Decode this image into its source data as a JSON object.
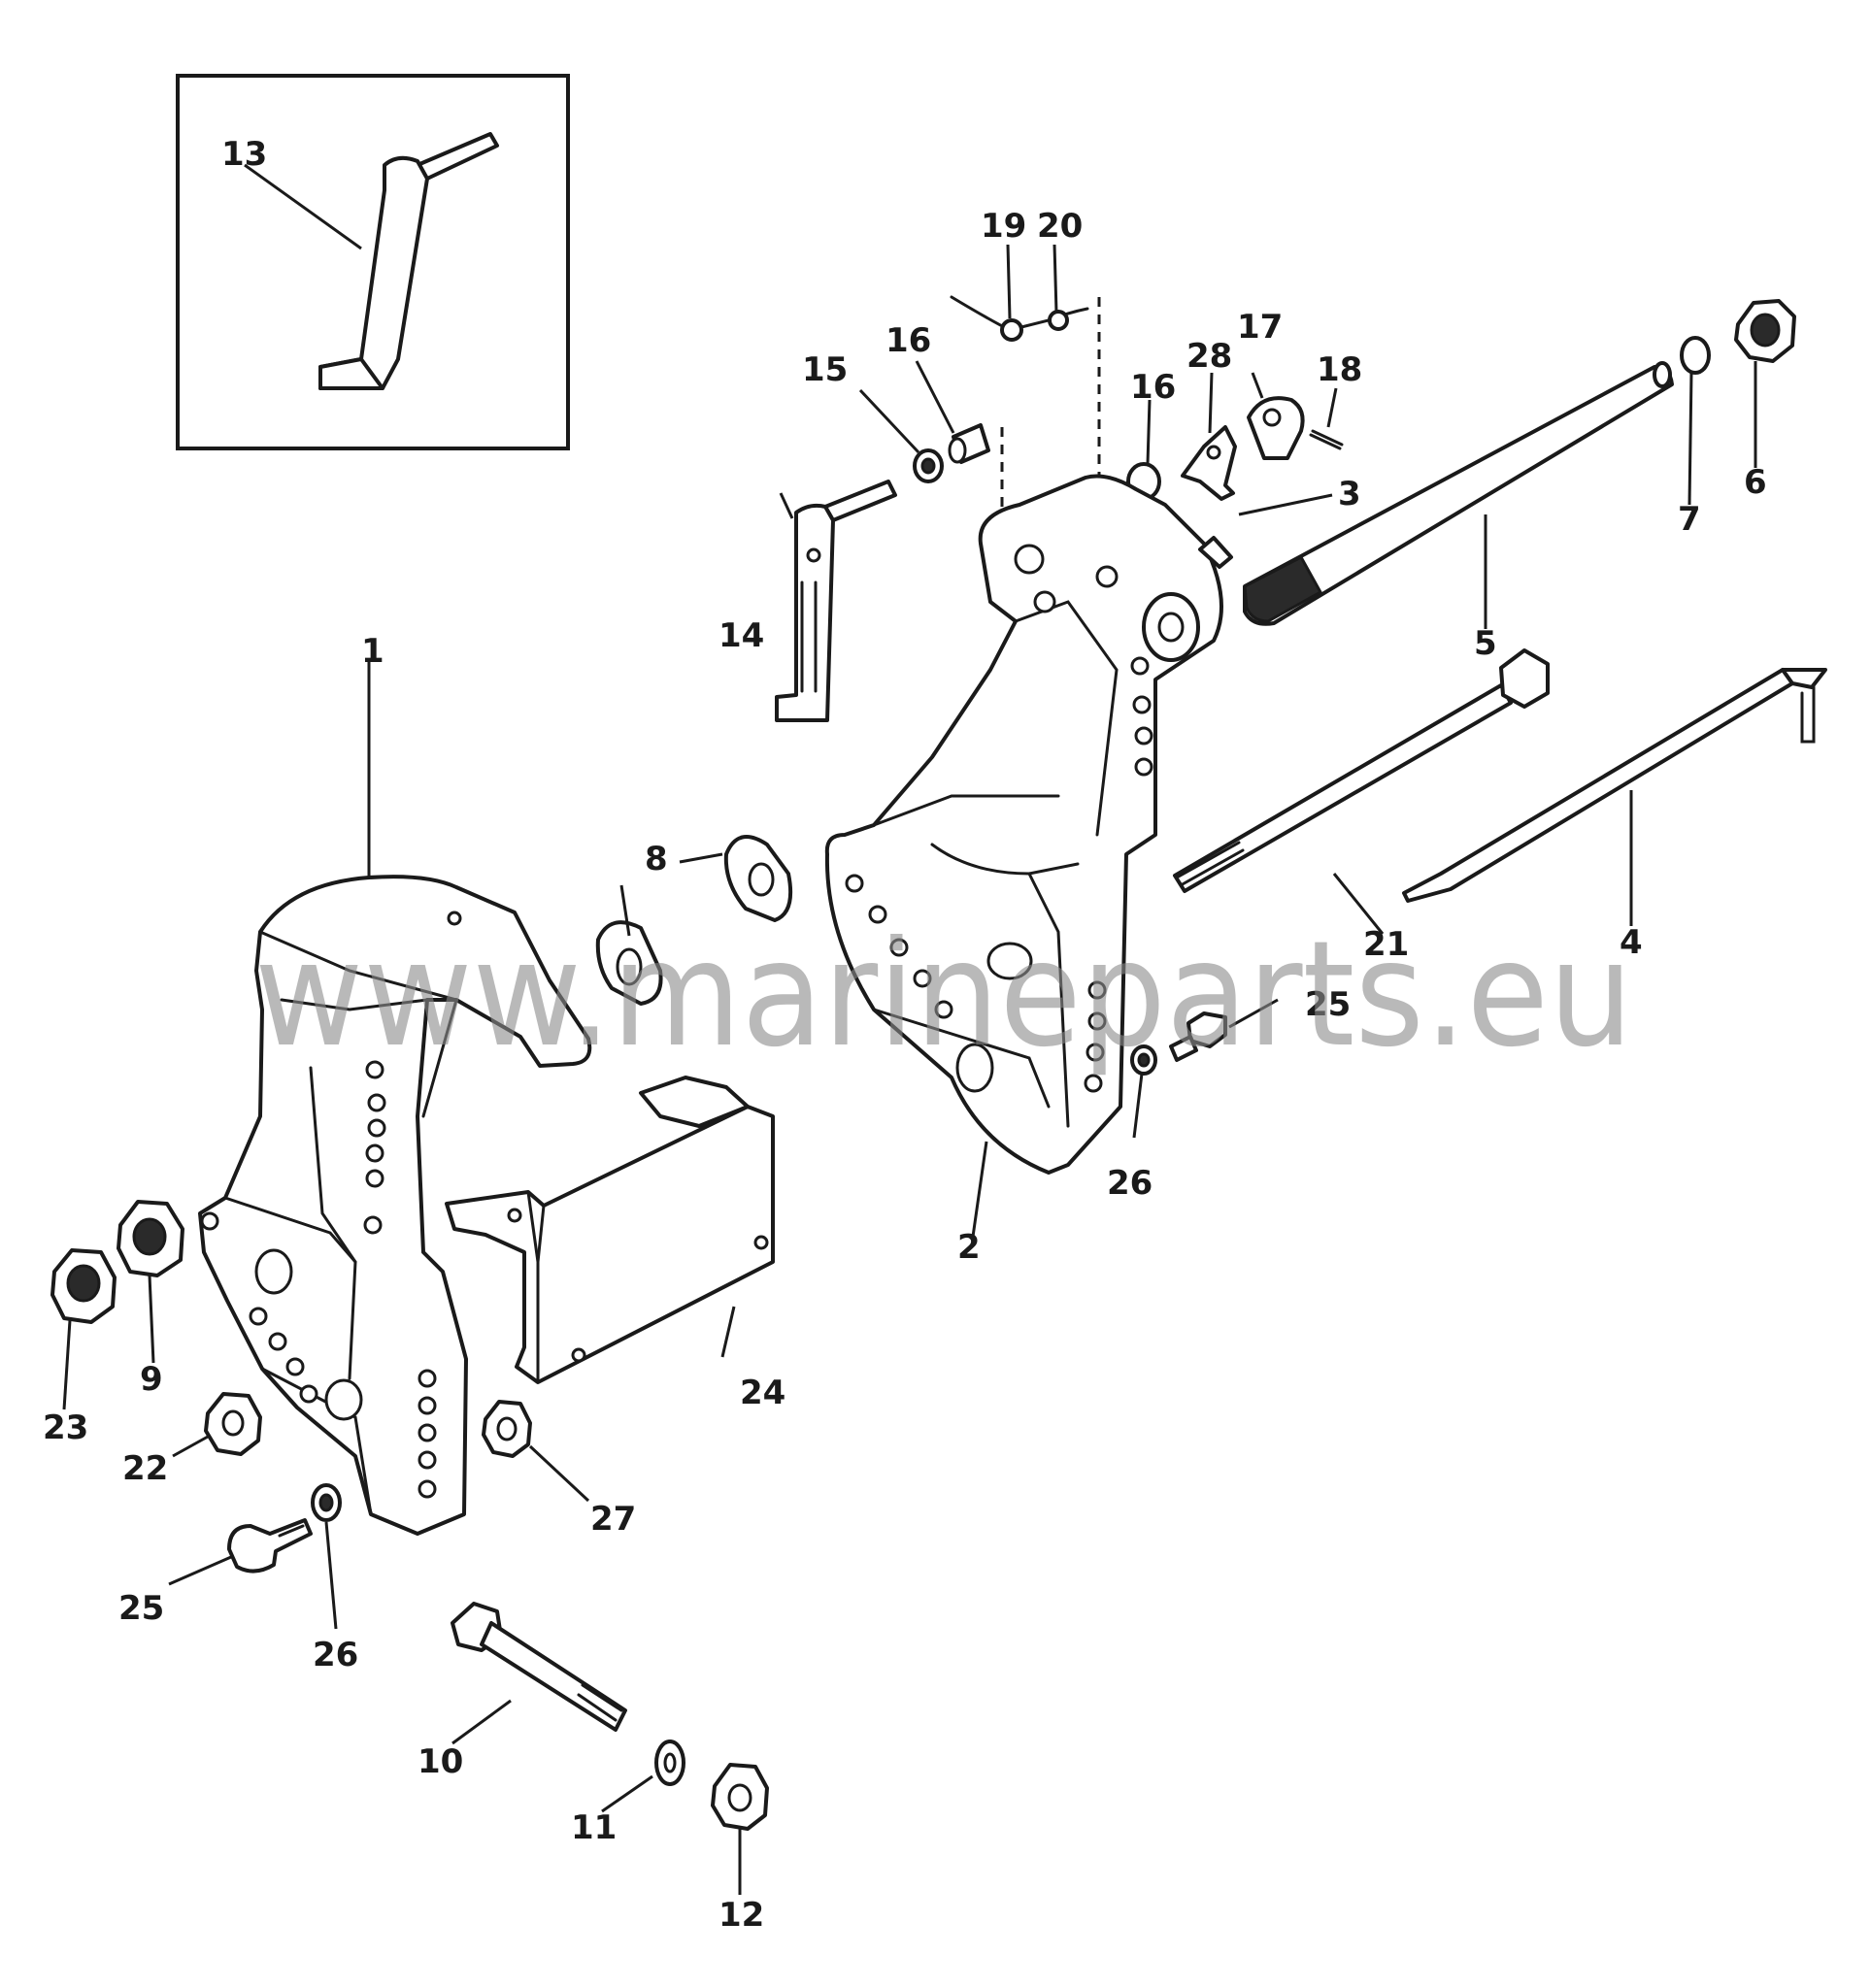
{
  "watermark": "www.marineparts.eu",
  "callouts": {
    "c1": "1",
    "c2": "2",
    "c3": "3",
    "c4": "4",
    "c5": "5",
    "c6": "6",
    "c7": "7",
    "c8": "8",
    "c9": "9",
    "c10": "10",
    "c11": "11",
    "c12": "12",
    "c13": "13",
    "c14": "14",
    "c15": "15",
    "c16a": "16",
    "c16b": "16",
    "c17": "17",
    "c18": "18",
    "c19": "19",
    "c20": "20",
    "c21": "21",
    "c22": "22",
    "c23": "23",
    "c24": "24",
    "c25a": "25",
    "c25b": "25",
    "c26a": "26",
    "c26b": "26",
    "c27": "27",
    "c28": "28"
  }
}
